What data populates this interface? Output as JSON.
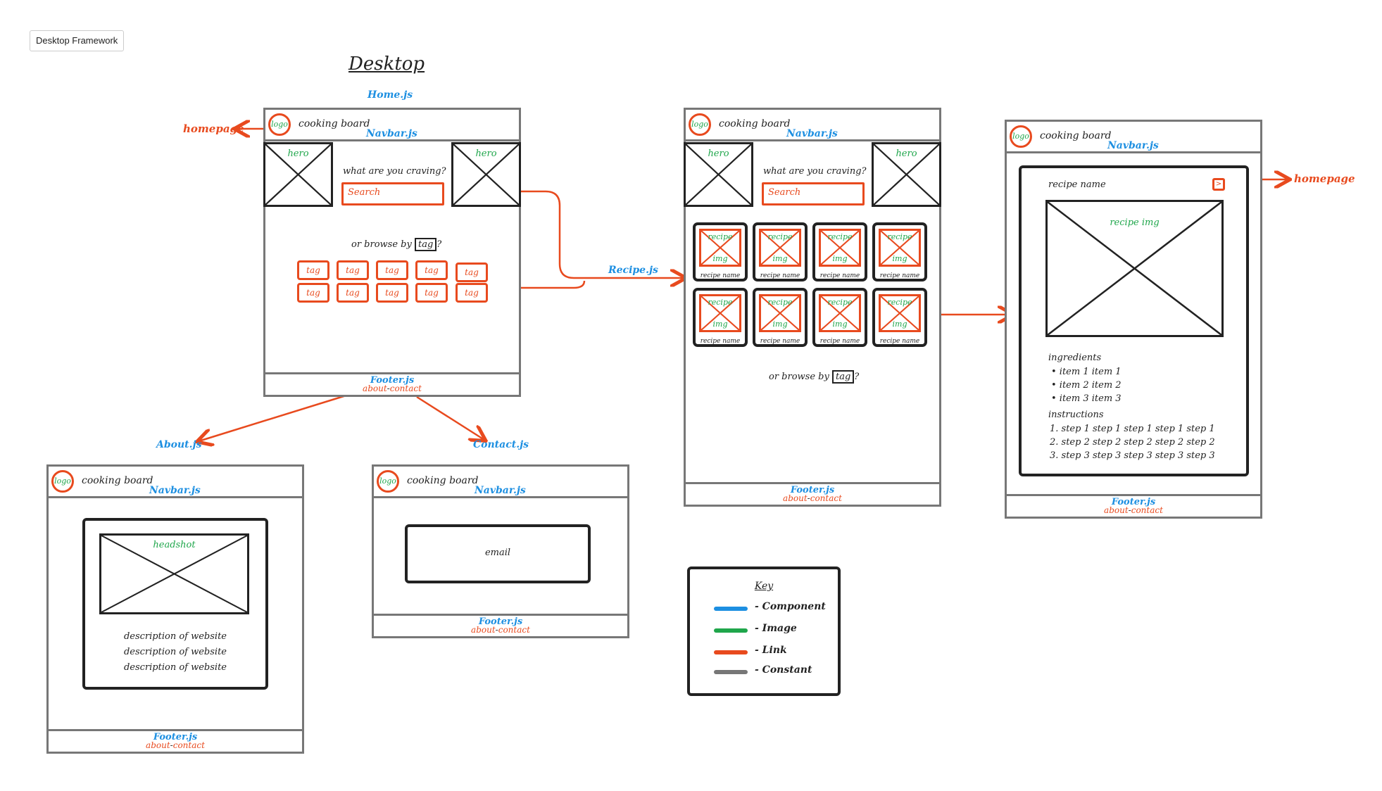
{
  "frame_label": "Desktop Framework",
  "title": "Desktop",
  "common": {
    "logo": "logo",
    "brand": "cooking board",
    "navbar": "Navbar.js",
    "footer": "Footer.js",
    "about": "about",
    "dash": "-",
    "contact": "contact"
  },
  "home": {
    "label": "Home.js",
    "hero": "hero",
    "prompt": "what are you craving?",
    "search": "Search",
    "browse_prefix": "or browse by",
    "browse_tag": "tag",
    "browse_suffix": "?",
    "tag": "tag",
    "homepage_link": "homepage"
  },
  "recipe_list": {
    "label": "Recipe.js",
    "card_top": "recipe",
    "card_bottom": "img",
    "card_name": "recipe name"
  },
  "recipe_detail": {
    "recipe_name": "recipe name",
    "close_btn": ">",
    "recipe_img": "recipe img",
    "homepage_link": "homepage",
    "ingredients_title": "ingredients",
    "ingredients": [
      "• item 1 item 1",
      "• item 2 item 2",
      "• item 3 item 3"
    ],
    "instructions_title": "instructions",
    "instructions": [
      "1. step 1 step 1 step 1 step 1 step 1",
      "2. step 2 step 2 step 2 step 2 step 2",
      "3. step 3 step 3 step 3 step 3 step 3"
    ]
  },
  "about": {
    "label": "About.js",
    "headshot": "headshot",
    "description": [
      "description of website",
      "description of website",
      "description of website"
    ]
  },
  "contact": {
    "label": "Contact.js",
    "email": "email"
  },
  "key": {
    "title": "Key",
    "items": [
      {
        "label": "- Component",
        "color": "#1d8fe1"
      },
      {
        "label": "- Image",
        "color": "#1fa64b"
      },
      {
        "label": "- Link",
        "color": "#e84a1e"
      },
      {
        "label": "- Constant",
        "color": "#777777"
      }
    ]
  },
  "colors": {
    "component": "#1d8fe1",
    "image": "#1fa64b",
    "link": "#e84a1e",
    "constant": "#777777"
  }
}
